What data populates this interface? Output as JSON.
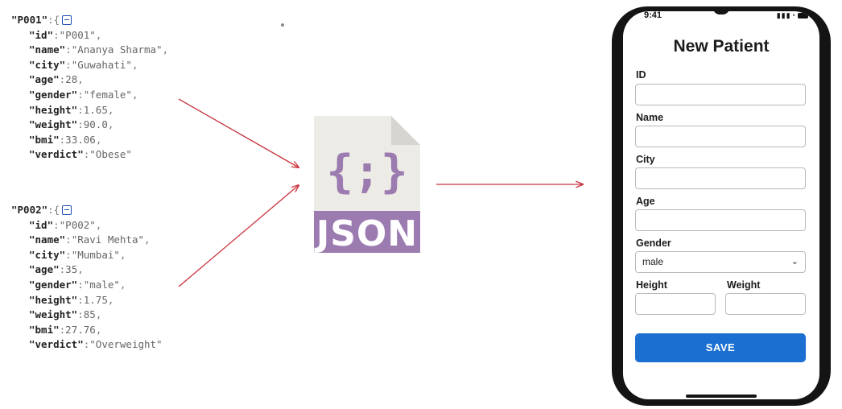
{
  "records": [
    {
      "name": "\"P001\"",
      "fields": [
        {
          "key": "\"id\"",
          "value": "\"P001\"",
          "sep": ","
        },
        {
          "key": "\"name\"",
          "value": "\"Ananya Sharma\"",
          "sep": ","
        },
        {
          "key": "\"city\"",
          "value": "\"Guwahati\"",
          "sep": ","
        },
        {
          "key": "\"age\"",
          "value": "28",
          "sep": ","
        },
        {
          "key": "\"gender\"",
          "value": "\"female\"",
          "sep": ","
        },
        {
          "key": "\"height\"",
          "value": "1.65",
          "sep": ","
        },
        {
          "key": "\"weight\"",
          "value": "90.0",
          "sep": ","
        },
        {
          "key": "\"bmi\"",
          "value": "33.06",
          "sep": ","
        },
        {
          "key": "\"verdict\"",
          "value": "\"Obese\"",
          "sep": ""
        }
      ]
    },
    {
      "name": "\"P002\"",
      "fields": [
        {
          "key": "\"id\"",
          "value": "\"P002\"",
          "sep": ","
        },
        {
          "key": "\"name\"",
          "value": "\"Ravi Mehta\"",
          "sep": ","
        },
        {
          "key": "\"city\"",
          "value": "\"Mumbai\"",
          "sep": ","
        },
        {
          "key": "\"age\"",
          "value": "35",
          "sep": ","
        },
        {
          "key": "\"gender\"",
          "value": "\"male\"",
          "sep": ","
        },
        {
          "key": "\"height\"",
          "value": "1.75",
          "sep": ","
        },
        {
          "key": "\"weight\"",
          "value": "85",
          "sep": ","
        },
        {
          "key": "\"bmi\"",
          "value": "27.76",
          "sep": ","
        },
        {
          "key": "\"verdict\"",
          "value": "\"Overweight\"",
          "sep": ""
        }
      ]
    }
  ],
  "json_file": {
    "label": "JSON",
    "glyph": "{;}"
  },
  "colors": {
    "arrow": "#c8323c",
    "json_purple": "#9b7bb0",
    "file_body": "#ecebe6",
    "file_fold": "#d6d5cf",
    "save_button": "#1b6fd1"
  },
  "phone": {
    "time": "9:41",
    "status_icons": "signal-wifi-battery",
    "title": "New Patient",
    "labels": {
      "id": "ID",
      "name": "Name",
      "city": "City",
      "age": "Age",
      "gender": "Gender",
      "height": "Height",
      "weight": "Weight"
    },
    "gender_value": "male",
    "save_label": "SAVE"
  }
}
